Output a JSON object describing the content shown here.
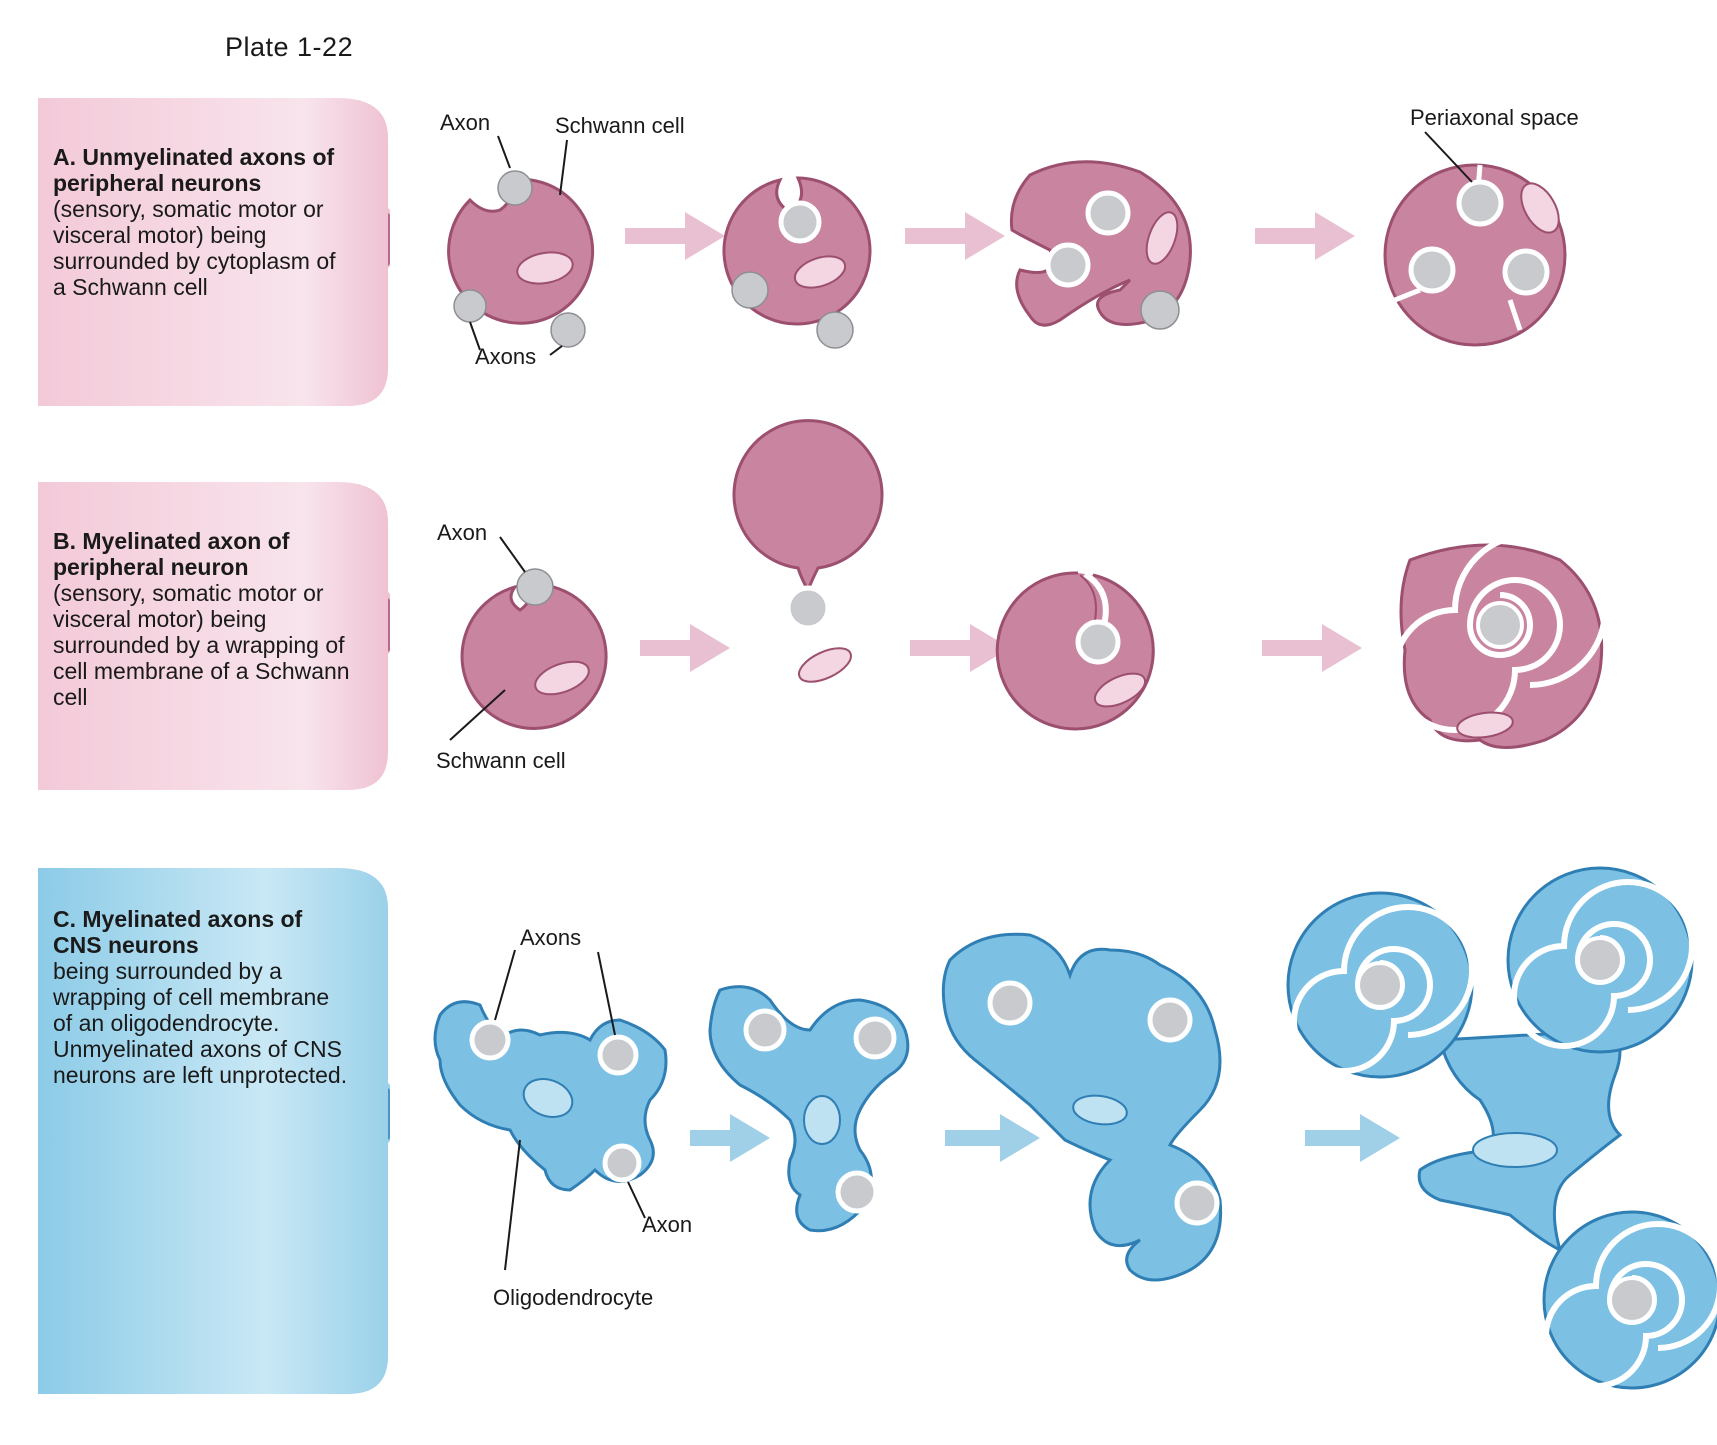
{
  "plate": "Plate 1-22",
  "colors": {
    "pink_panel": "#f0c4d4",
    "pink_cell": "#c9849f",
    "pink_border": "#9c4f6e",
    "pink_arrow": "#e8c0d2",
    "blue_panel": "#9ed3ea",
    "blue_cell": "#7cc0e4",
    "blue_border": "#2f7fb4",
    "blue_arrow": "#9fd0e8",
    "axon": "#c8cacd"
  },
  "sections": {
    "a": {
      "heading": "A. Unmyelinated axons of peripheral neurons",
      "body": "(sensory, somatic motor or visceral motor) being surrounded by cytoplasm of a Schwann cell",
      "labels": {
        "axon": "Axon",
        "schwann_cell": "Schwann cell",
        "axons": "Axons",
        "periaxonal_space": "Periaxonal space"
      }
    },
    "b": {
      "heading": "B. Myelinated axon of peripheral neuron",
      "body": "(sensory, somatic motor or visceral motor) being surrounded by a wrapping of cell membrane of a Schwann cell",
      "labels": {
        "axon": "Axon",
        "schwann_cell": "Schwann cell"
      }
    },
    "c": {
      "heading": "C. Myelinated axons of CNS neurons",
      "body": "being surrounded by a wrapping of cell membrane of an oligodendrocyte. Unmyelinated axons of CNS neurons are left unprotected.",
      "labels": {
        "axons": "Axons",
        "axon": "Axon",
        "oligodendrocyte": "Oligodendrocyte"
      }
    }
  }
}
